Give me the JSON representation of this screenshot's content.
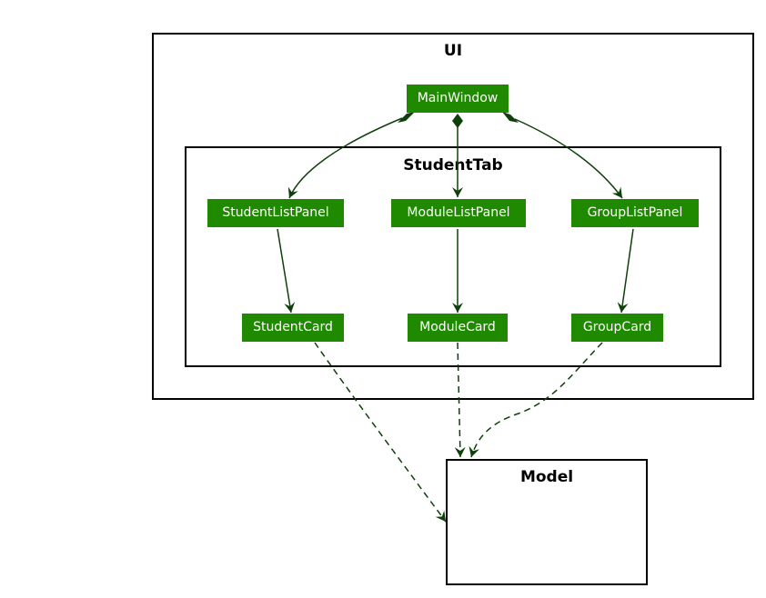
{
  "packages": {
    "ui": {
      "name": "UI"
    },
    "student_tab": {
      "name": "StudentTab"
    },
    "model": {
      "name": "Model"
    }
  },
  "classes": {
    "main_window": "MainWindow",
    "student_list_panel": "StudentListPanel",
    "module_list_panel": "ModuleListPanel",
    "group_list_panel": "GroupListPanel",
    "student_card": "StudentCard",
    "module_card": "ModuleCard",
    "group_card": "GroupCard"
  },
  "colors": {
    "class_fill": "#1f8a00",
    "edge": "#0f3f0a",
    "frame_border": "#000000"
  }
}
